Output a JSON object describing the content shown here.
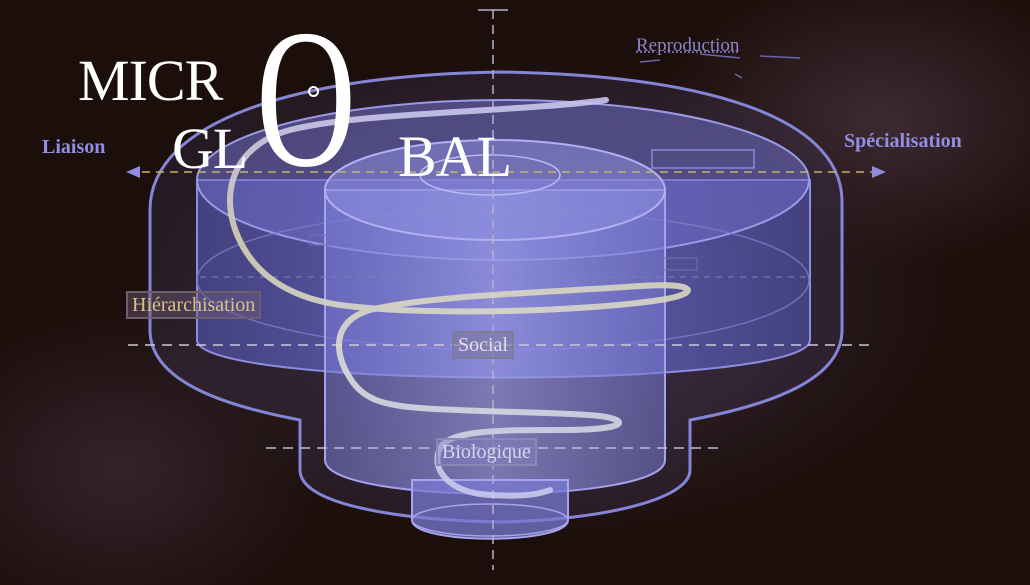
{
  "title": {
    "micr": "MICR",
    "gl": "GL",
    "o": "O",
    "bal": "BAL"
  },
  "axes": {
    "left": "Liaison",
    "right": "Spécialisation",
    "top": "Reproduction"
  },
  "levels": {
    "hierarchisation": "Hiérarchisation",
    "social": "Social",
    "biologique": "Biologique"
  },
  "colors": {
    "background": "#1c0f0b",
    "cylinder_fill": "#6b6cc8",
    "outline": "#8c8ce0",
    "spiral": "#d8d6ec",
    "dashed_axis": "#c8b070",
    "title": "#ffffff"
  }
}
